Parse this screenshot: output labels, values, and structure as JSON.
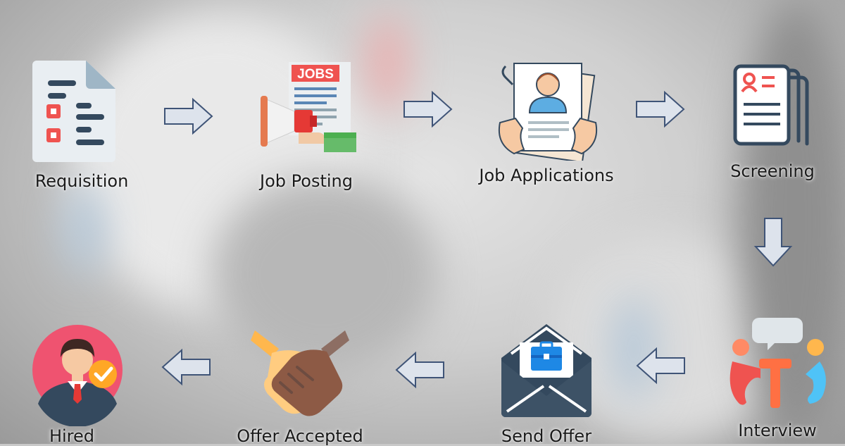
{
  "steps": [
    {
      "id": "requisition",
      "label": "Requisition"
    },
    {
      "id": "job-posting",
      "label": "Job Posting",
      "badge": "JOBS"
    },
    {
      "id": "job-applications",
      "label": "Job Applications"
    },
    {
      "id": "screening",
      "label": "Screening"
    },
    {
      "id": "interview",
      "label": "Interview"
    },
    {
      "id": "send-offer",
      "label": "Send Offer"
    },
    {
      "id": "offer-accepted",
      "label": "Offer Accepted"
    },
    {
      "id": "hired",
      "label": "Hired"
    }
  ],
  "arrows": [
    "right",
    "right",
    "right",
    "down",
    "left",
    "left",
    "left"
  ],
  "colors": {
    "arrow_fill": "#dde3ec",
    "arrow_stroke": "#3f5477",
    "accent_red": "#ef5350",
    "navy": "#34495e"
  }
}
